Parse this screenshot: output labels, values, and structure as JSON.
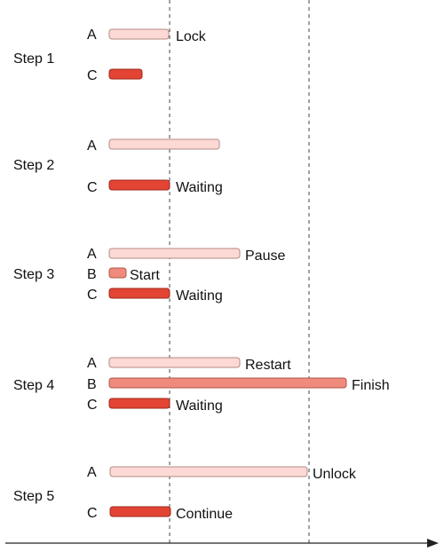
{
  "colors": {
    "thread_a": "#fcd9d4",
    "thread_a_border": "#b48a84",
    "thread_b": "#ef8a7c",
    "thread_b_border": "#b0564a",
    "thread_c": "#e34433",
    "thread_c_border": "#9e2a1e",
    "axis": "#222222",
    "guide": "#444444"
  },
  "steps": [
    {
      "label": "Step 1",
      "rows": [
        {
          "thread": "A",
          "status": "Lock"
        },
        {
          "thread": "C",
          "status": ""
        }
      ]
    },
    {
      "label": "Step 2",
      "rows": [
        {
          "thread": "A",
          "status": ""
        },
        {
          "thread": "C",
          "status": "Waiting"
        }
      ]
    },
    {
      "label": "Step 3",
      "rows": [
        {
          "thread": "A",
          "status": "Pause"
        },
        {
          "thread": "B",
          "status": "Start"
        },
        {
          "thread": "C",
          "status": "Waiting"
        }
      ]
    },
    {
      "label": "Step 4",
      "rows": [
        {
          "thread": "A",
          "status": "Restart"
        },
        {
          "thread": "B",
          "status": "Finish"
        },
        {
          "thread": "C",
          "status": "Waiting"
        }
      ]
    },
    {
      "label": "Step 5",
      "rows": [
        {
          "thread": "A",
          "status": "Unlock"
        },
        {
          "thread": "C",
          "status": "Continue"
        }
      ]
    }
  ]
}
